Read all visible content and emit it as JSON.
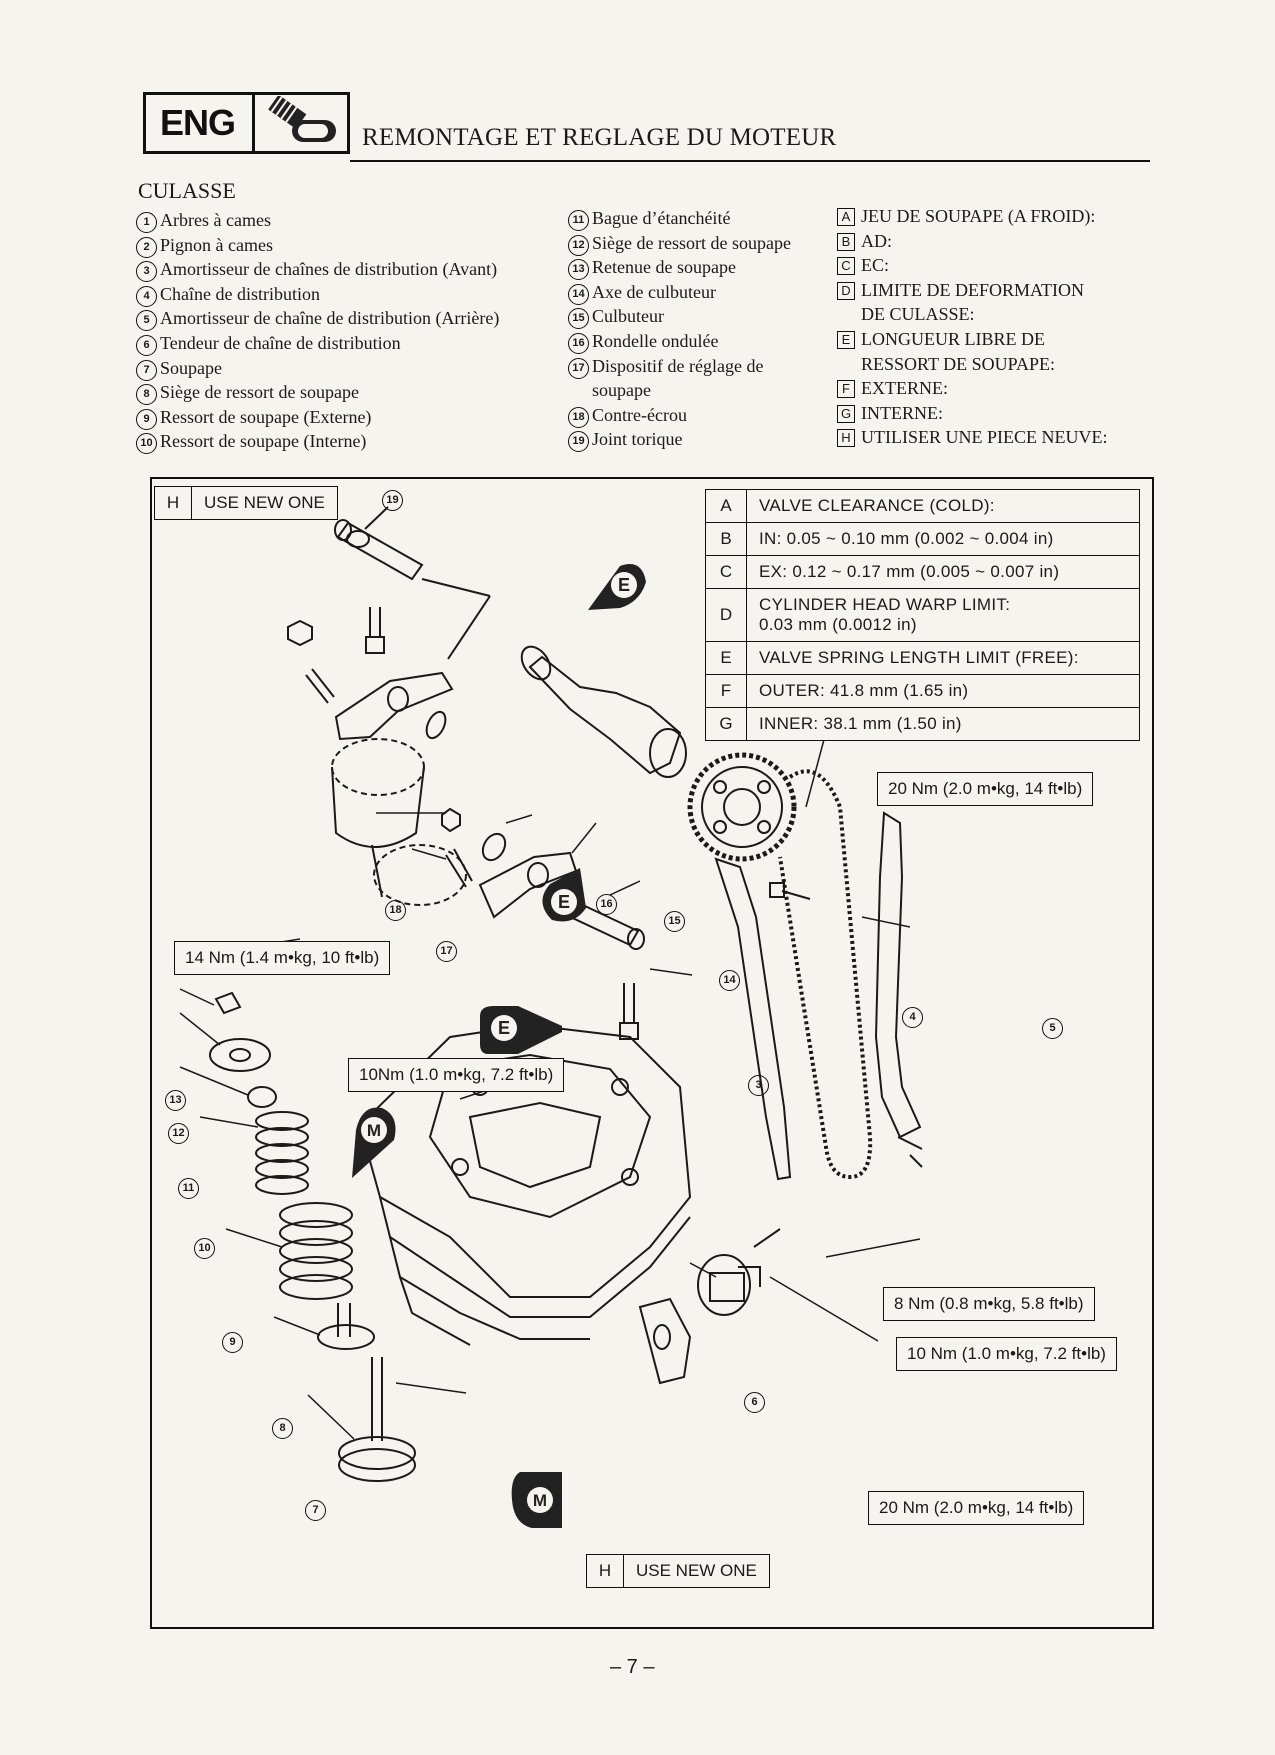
{
  "header": {
    "section_code": "ENG",
    "title": "REMONTAGE ET REGLAGE DU MOTEUR"
  },
  "section_title": "CULASSE",
  "parts_col1": [
    {
      "n": "1",
      "t": "Arbres à cames"
    },
    {
      "n": "2",
      "t": "Pignon à cames"
    },
    {
      "n": "3",
      "t": "Amortisseur de chaînes de distribution (Avant)"
    },
    {
      "n": "4",
      "t": "Chaîne de distribution"
    },
    {
      "n": "5",
      "t": "Amortisseur de chaîne de distribution (Arrière)"
    },
    {
      "n": "6",
      "t": "Tendeur de chaîne de distribution"
    },
    {
      "n": "7",
      "t": "Soupape"
    },
    {
      "n": "8",
      "t": "Siège de ressort de soupape"
    },
    {
      "n": "9",
      "t": "Ressort de soupape (Externe)"
    },
    {
      "n": "10",
      "t": "Ressort de soupape (Interne)"
    }
  ],
  "parts_col2": [
    {
      "n": "11",
      "t": "Bague d’étanchéité"
    },
    {
      "n": "12",
      "t": "Siège de ressort de soupape"
    },
    {
      "n": "13",
      "t": "Retenue de soupape"
    },
    {
      "n": "14",
      "t": "Axe de culbuteur"
    },
    {
      "n": "15",
      "t": "Culbuteur"
    },
    {
      "n": "16",
      "t": "Rondelle ondulée"
    },
    {
      "n": "17",
      "t": "Dispositif de réglage de"
    },
    {
      "n": "",
      "t": "soupape"
    },
    {
      "n": "18",
      "t": "Contre-écrou"
    },
    {
      "n": "19",
      "t": "Joint torique"
    }
  ],
  "notes_col3": [
    {
      "k": "A",
      "t": "JEU DE SOUPAPE (A FROID):"
    },
    {
      "k": "B",
      "t": "AD:"
    },
    {
      "k": "C",
      "t": "EC:"
    },
    {
      "k": "D",
      "t": "LIMITE DE DEFORMATION"
    },
    {
      "k": "",
      "t": "DE CULASSE:"
    },
    {
      "k": "E",
      "t": "LONGUEUR LIBRE DE"
    },
    {
      "k": "",
      "t": "RESSORT DE SOUPAPE:"
    },
    {
      "k": "F",
      "t": "EXTERNE:"
    },
    {
      "k": "G",
      "t": "INTERNE:"
    },
    {
      "k": "H",
      "t": "UTILISER UNE PIECE NEUVE:"
    }
  ],
  "spec_table": [
    {
      "k": "A",
      "v": "VALVE CLEARANCE (COLD):"
    },
    {
      "k": "B",
      "v": "IN:  0.05 ~ 0.10 mm (0.002 ~ 0.004 in)"
    },
    {
      "k": "C",
      "v": "EX:  0.12 ~ 0.17 mm (0.005 ~ 0.007 in)"
    },
    {
      "k": "D",
      "v": "CYLINDER HEAD WARP LIMIT:",
      "v2": "0.03 mm (0.0012 in)"
    },
    {
      "k": "E",
      "v": "VALVE SPRING LENGTH LIMIT (FREE):"
    },
    {
      "k": "F",
      "v": "OUTER:  41.8 mm (1.65 in)"
    },
    {
      "k": "G",
      "v": "INNER:  38.1 mm (1.50 in)"
    }
  ],
  "use_new_top": {
    "k": "H",
    "v": "USE NEW ONE"
  },
  "use_new_bottom": {
    "k": "H",
    "v": "USE NEW ONE"
  },
  "torque_labels": {
    "t1": "20 Nm (2.0 m•kg, 14 ft•lb)",
    "t2": "14 Nm (1.4 m•kg, 10 ft•lb)",
    "t3": "10Nm (1.0 m•kg, 7.2 ft•lb)",
    "t4": "8 Nm (0.8 m•kg, 5.8 ft•lb)",
    "t5": "10 Nm (1.0 m•kg, 7.2 ft•lb)",
    "t6": "20 Nm (2.0 m•kg, 14 ft•lb)"
  },
  "callouts": [
    "19",
    "18",
    "16",
    "15",
    "17",
    "14",
    "4",
    "5",
    "3",
    "13",
    "12",
    "11",
    "10",
    "9",
    "8",
    "7",
    "6"
  ],
  "lube_marks": {
    "e": "E",
    "m": "M"
  },
  "page_number": "– 7 –"
}
